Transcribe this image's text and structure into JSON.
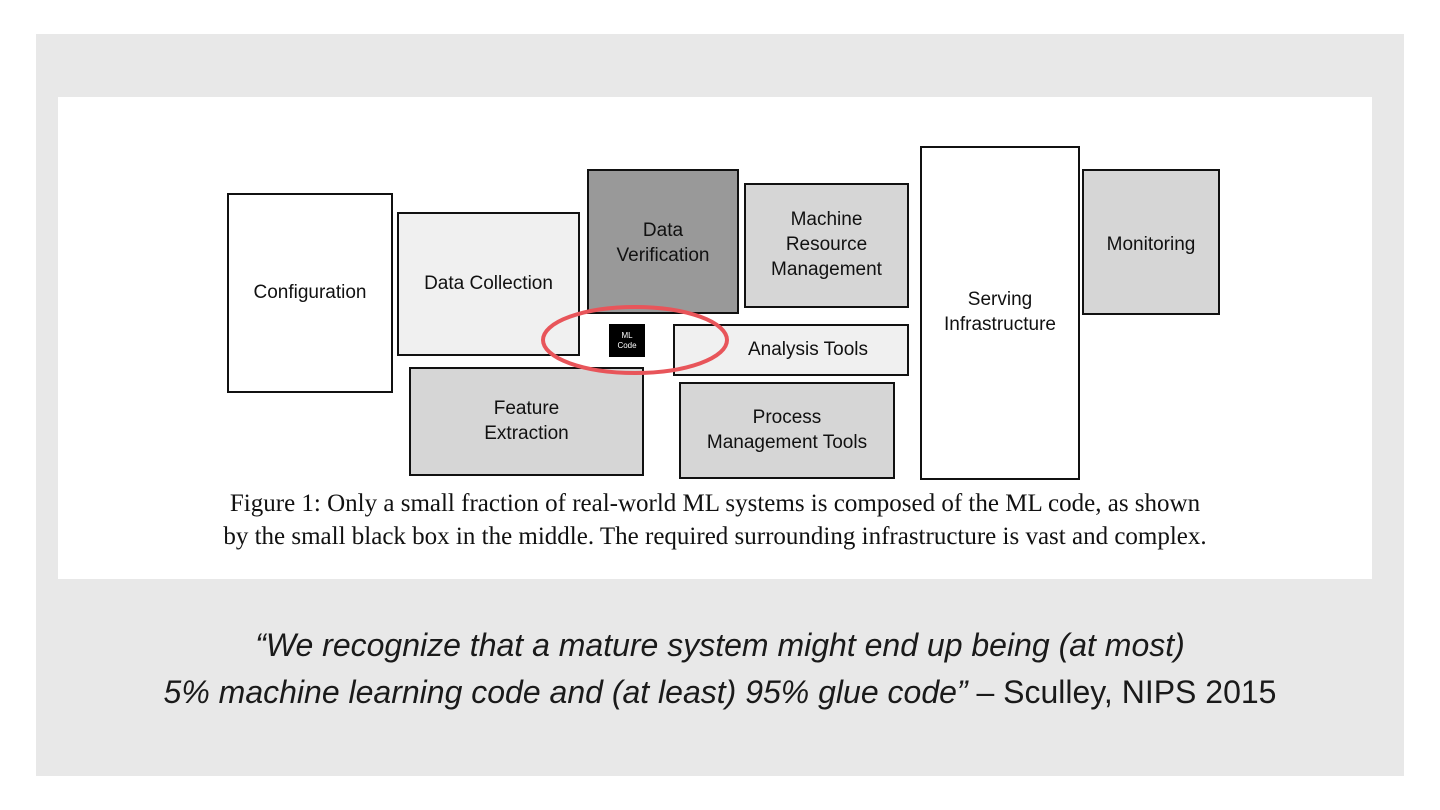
{
  "diagram": {
    "components": {
      "configuration": "Configuration",
      "data_collection": "Data Collection",
      "data_verification": "Data\nVerification",
      "machine_resource_management": "Machine\nResource\nManagement",
      "serving_infrastructure": "Serving\nInfrastructure",
      "monitoring": "Monitoring",
      "ml_code": "ML\nCode",
      "analysis_tools": "Analysis Tools",
      "feature_extraction": "Feature\nExtraction",
      "process_management_tools": "Process\nManagement Tools"
    },
    "highlight_color": "#e8555a"
  },
  "caption": {
    "line1": "Figure 1: Only a small fraction of real-world ML systems is composed of the ML code, as shown",
    "line2": "by the small black box in the middle. The required surrounding infrastructure is vast and complex."
  },
  "quote": {
    "line1": "“We recognize that a mature system might end up being (at most)",
    "line2_italic": "5% machine learning code and (at least) 95% glue code”",
    "attribution": " – Sculley, NIPS 2015"
  }
}
